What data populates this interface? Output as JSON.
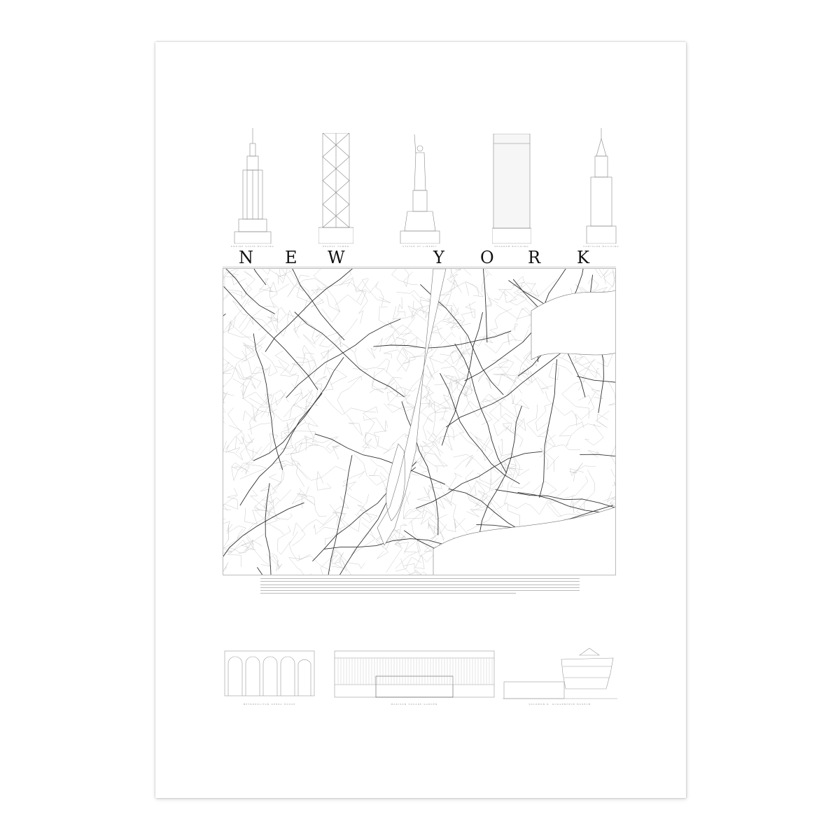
{
  "poster": {
    "title_letters": [
      "N",
      "E",
      "W",
      "Y",
      "O",
      "R",
      "K"
    ],
    "top_buildings": [
      {
        "name": "Empire State Building",
        "icon": "empire-state-building-icon"
      },
      {
        "name": "Hearst Tower",
        "icon": "hearst-tower-icon"
      },
      {
        "name": "Statue of Liberty",
        "icon": "statue-of-liberty-icon"
      },
      {
        "name": "Seagram Building",
        "icon": "seagram-building-icon"
      },
      {
        "name": "Chrysler Building",
        "icon": "chrysler-building-icon"
      }
    ],
    "bottom_buildings": [
      {
        "name": "Metropolitan Opera House",
        "icon": "metropolitan-opera-icon"
      },
      {
        "name": "Madison Square Garden",
        "icon": "madison-square-garden-icon"
      },
      {
        "name": "Solomon R. Guggenheim Museum",
        "icon": "guggenheim-museum-icon"
      }
    ],
    "colors": {
      "ink": "#111111",
      "road": "#333333",
      "minor_road": "#c8c8c8",
      "paper": "#ffffff"
    }
  }
}
